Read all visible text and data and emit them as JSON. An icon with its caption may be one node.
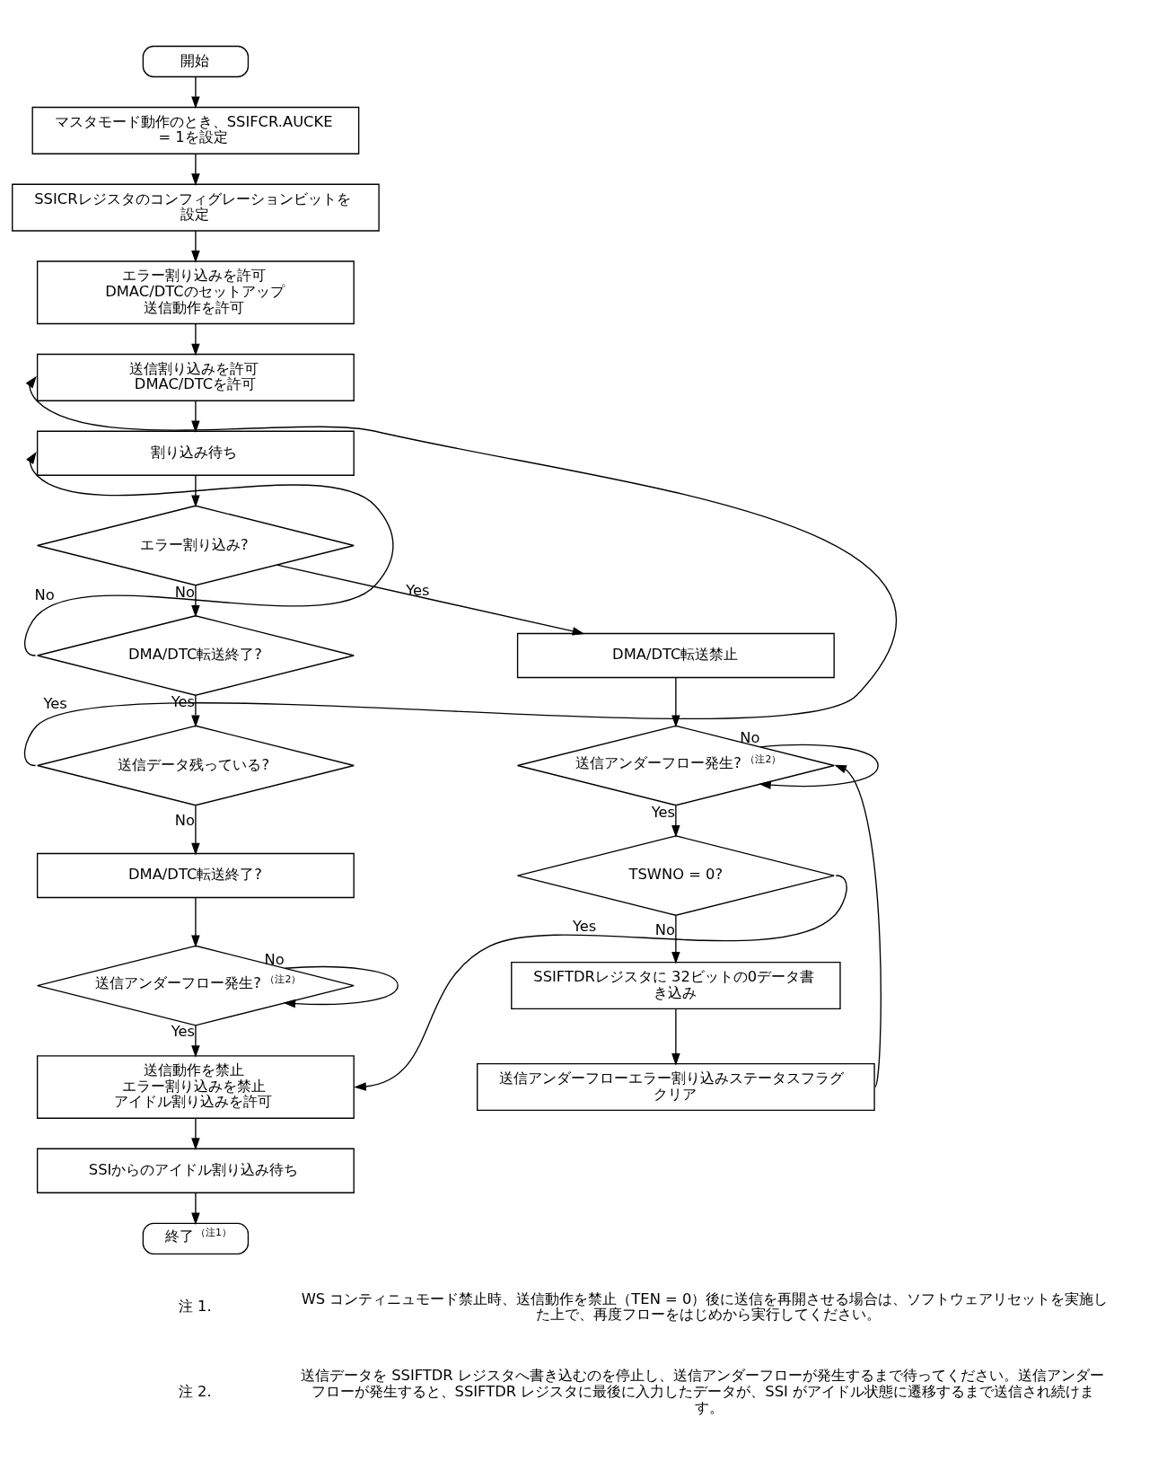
{
  "diagram": {
    "nodes": [
      {
        "text": [
          "開始"
        ]
      },
      {
        "text": [
          "マスタモード動作のとき、SSIFCR.AUCKE = 1を設定"
        ]
      },
      {
        "text": [
          "SSICRレジスタのコンフィグレーションビットを設定"
        ]
      },
      {
        "text": [
          "エラー割り込みを許可",
          "DMAC/DTCのセットアップ",
          "送信動作を許可"
        ]
      },
      {
        "text": [
          "送信割り込みを許可",
          "DMAC/DTCを許可"
        ]
      },
      {
        "text": [
          "割り込み待ち"
        ]
      },
      {
        "text": [
          "エラー割り込み?"
        ]
      },
      {
        "text": [
          "DMA/DTC転送終了?"
        ]
      },
      {
        "text": [
          "送信データ残っている?"
        ]
      },
      {
        "text": [
          "DMA/DTC転送終了?"
        ]
      },
      {
        "text": [
          "送信アンダーフロー発生?$^{（注2）}$"
        ]
      },
      {
        "text": [
          "送信動作を禁止",
          "エラー割り込みを禁止",
          "アイドル割り込みを許可"
        ]
      },
      {
        "text": [
          "SSIからのアイドル割り込み待ち"
        ]
      },
      {
        "text": [
          "終了$^{（注1）}$"
        ]
      },
      {
        "text": [
          "DMA/DTC転送禁止"
        ]
      },
      {
        "text": [
          "送信アンダーフロー発生?$^{（注2）}$"
        ]
      },
      {
        "text": [
          "TSWNO = 0?"
        ]
      },
      {
        "text": [
          "SSIFTDRレジスタに 32ビットの0データ書き込み"
        ]
      },
      {
        "text": [
          "送信アンダーフローエラー割り込みステータスフラグクリア"
        ]
      }
    ],
    "edges": [
      {
        "from": 0,
        "to": 1,
        "arrow": "to"
      },
      {
        "from": 1,
        "to": 2,
        "arrow": "to"
      },
      {
        "from": 2,
        "to": 3,
        "arrow": "to"
      },
      {
        "from": 3,
        "to": 4,
        "arrow": "to"
      },
      {
        "from": 4,
        "to": 5,
        "arrow": "to"
      },
      {
        "from": 5,
        "to": 6,
        "arrow": "to"
      },
      {
        "from": 6,
        "to": 7,
        "arrow": "to",
        "label": "No"
      },
      {
        "from": 6,
        "to": 14,
        "arrow": "to",
        "label": "Yes"
      },
      {
        "from": 7,
        "to": 5,
        "arrow": "to",
        "label": "No"
      },
      {
        "from": 7,
        "to": 8,
        "arrow": "to",
        "label": "Yes"
      },
      {
        "from": 8,
        "to": 4,
        "arrow": "to",
        "label": "Yes"
      },
      {
        "from": 8,
        "to": 9,
        "arrow": "to",
        "label": "No"
      },
      {
        "from": 9,
        "to": 10,
        "arrow": "to"
      },
      {
        "from": 10,
        "to": 10,
        "arrow": "to",
        "label": "No"
      },
      {
        "from": 10,
        "to": 11,
        "arrow": "to",
        "label": "Yes"
      },
      {
        "from": 11,
        "to": 12,
        "arrow": "to"
      },
      {
        "from": 12,
        "to": 13,
        "arrow": "to"
      },
      {
        "from": 14,
        "to": 15,
        "arrow": "to"
      },
      {
        "from": 15,
        "to": 15,
        "arrow": "to",
        "label": "No"
      },
      {
        "from": 15,
        "to": 16,
        "arrow": "to",
        "label": "Yes"
      },
      {
        "from": 16,
        "to": 11,
        "arrow": "to",
        "label": "Yes"
      },
      {
        "from": 16,
        "to": 17,
        "arrow": "to",
        "label": "No"
      },
      {
        "from": 17,
        "to": 18,
        "arrow": "to"
      },
      {
        "from": 18,
        "to": 15,
        "arrow": "to"
      }
    ],
    "labels": [
      "注 1.",
      "WS コンティニュモード禁止時、送信動作を禁止（TEN = 0）後に送信を再開させる場合は、ソフトウェアリセットを実施した上で、再度フローをはじめから実行してください。",
      "注 2.",
      "送信データを SSIFTDR レジスタへ書き込むのを停止し、送信アンダーフローが発生するまで待ってください。送信アンダーフローが発生すると、SSIFTDR レジスタに最後に入力したデータが、SSI がアイドル状態に遷移するまで送信され続けます。"
    ]
  }
}
